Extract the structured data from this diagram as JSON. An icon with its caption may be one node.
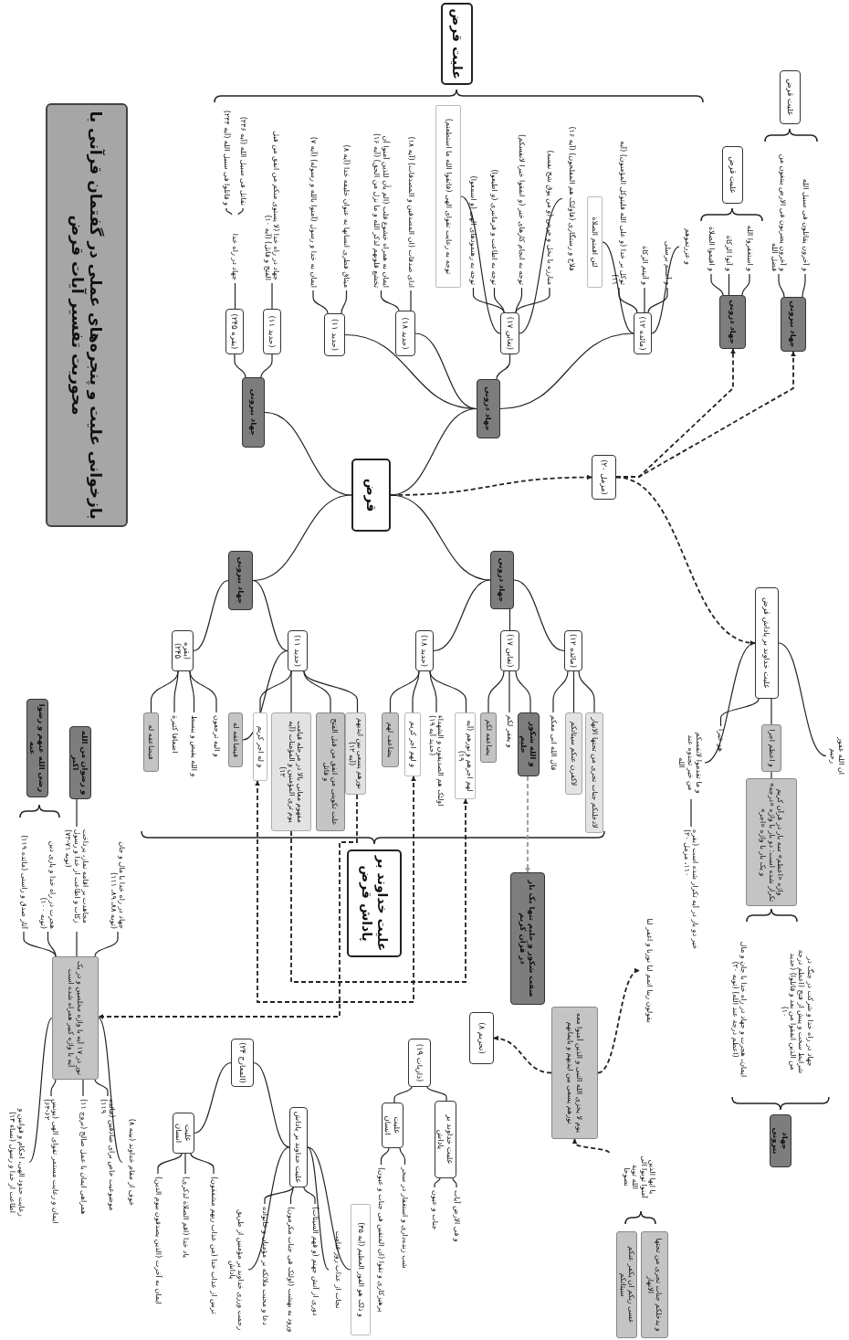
{
  "diagram": {
    "nodes": [
      {
        "text": [
          "بازخوانی علیت و پنجره‌های عملی در گفتمان قرآنی با محوریت تفسیر آیات قرض"
        ]
      },
      {
        "text": [
          "علیت قرض"
        ]
      },
      {
        "text": [
          "قرض"
        ]
      },
      {
        "text": [
          "جهاد بیرونی"
        ]
      },
      {
        "text": [
          "جهاد درونی"
        ]
      },
      {
        "text": [
          "(بقره ۲۴۵)"
        ]
      },
      {
        "text": [
          "(حدید ۱۱)"
        ]
      },
      {
        "text": [
          "جهاد در راه خدا"
        ]
      },
      {
        "text": [
          "و قاتلوا فی سبیل الله (آیه ۲۴۴)"
        ]
      },
      {
        "text": [
          "نقاتل فی سبیل الله (آیه ۲۴۶)"
        ]
      },
      {
        "text": [
          "جهاد در راه خدا (لا یستوی منکم من انفق من قبل الفتح و قاتل) (آیه ۱۰)"
        ]
      },
      {
        "text": [
          "(حدید ۱۱)"
        ]
      },
      {
        "text": [
          "(حدید ۱۸)"
        ]
      },
      {
        "text": [
          "(تغابن ۱۷)"
        ]
      },
      {
        "text": [
          "(مائده ۱۲)"
        ]
      },
      {
        "text": [
          "ایمان به خدا و رسول (آمنوا بالله و رسوله) (آیه ۷)"
        ]
      },
      {
        "text": [
          "میثاق فطری انسانها به عنوان خلیفه خدا (آیه ۸)"
        ]
      },
      {
        "text": [
          "ایمان به همراه خشوع قلب (الم یأن للذین آمنوا أن تخشع قلوبهم لذکر الله و ما نزل من الحق) (آیه ۱۶)"
        ]
      },
      {
        "text": [
          "ادای صدقات (ان المصدقین و المصدقات) (آیه ۱۸)"
        ]
      },
      {
        "text": [
          "توجه به رعایت تقوای الهی (فاتقوا الله ما استطعتم)"
        ]
      },
      {
        "text": [
          "توجه به رهنمودهای الهی (و اسمعوا)"
        ]
      },
      {
        "text": [
          "توجه به اطاعت و فرمانبری (و اطیعوا)"
        ]
      },
      {
        "text": [
          "توجه به انجام کارهای خیر (و انفقوا خیرا لانفسکم)"
        ]
      },
      {
        "text": [
          "مبارزه با بخل و حرص (و من یوق شح نفسه)"
        ]
      },
      {
        "text": [
          "فلاح و رستگاری (فاولئک هم المفلحون) (آیه ۱۶)"
        ]
      },
      {
        "text": [
          "لئن اقمتم الصلاة"
        ]
      },
      {
        "text": [
          "توکل بر خدا (و علی الله فلیتوکل المؤمنون) (آیه ۱۱)"
        ]
      },
      {
        "text": [
          "و آتیتم الزکاة"
        ]
      },
      {
        "text": [
          "و آمنتم برسلی"
        ]
      },
      {
        "text": [
          "و عزرتموهم"
        ]
      },
      {
        "text": [
          "جهاد درونی"
        ]
      },
      {
        "text": [
          "و اقیموا الصلاة"
        ]
      },
      {
        "text": [
          "و آتوا الزکاة"
        ]
      },
      {
        "text": [
          "و استغفروا الله"
        ]
      },
      {
        "text": [
          "علیت قرض"
        ]
      },
      {
        "text": [
          "جهاد بیرونی"
        ]
      },
      {
        "text": [
          "و آخرون یضربون فی الارض یبتغون من فضل الله"
        ]
      },
      {
        "text": [
          "و آخرون یقاتلون فی سبیل الله"
        ]
      },
      {
        "text": [
          "علیت قرض"
        ]
      },
      {
        "text": [
          "(مزمل ۲۰)"
        ]
      },
      {
        "text": [
          "جهاد بیرونی"
        ]
      },
      {
        "text": [
          "جهاد درونی"
        ]
      },
      {
        "text": [
          "(بقره ۲۴۵)"
        ]
      },
      {
        "text": [
          "(حدید ۱۱)"
        ]
      },
      {
        "text": [
          "(حدید ۱۸)"
        ]
      },
      {
        "text": [
          "(تغابن ۱۷)"
        ]
      },
      {
        "text": [
          "(مائده ۱۲)"
        ]
      },
      {
        "text": [
          "فیضاعفه له"
        ]
      },
      {
        "text": [
          "اضعافا کثیرة"
        ]
      },
      {
        "text": [
          "و الله یقبض و یبسط"
        ]
      },
      {
        "text": [
          "و الیه ترجعون"
        ]
      },
      {
        "text": [
          "فیضاعفه له"
        ]
      },
      {
        "text": [
          "و له اجر کریم"
        ]
      },
      {
        "text": [
          "مفهوم معانی بالا در مرحله قیامت یوم تری المؤمنین و المؤمنات (آیه ۱۲)"
        ]
      },
      {
        "text": [
          "علت تکوینی من انفق من قبل الفتح و قاتل"
        ]
      },
      {
        "text": [
          "نورهم یسعی بین ایدیهم (آیه ۱۲)"
        ]
      },
      {
        "text": [
          "یضاعف لهم"
        ]
      },
      {
        "text": [
          "و لهم اجر کریم"
        ]
      },
      {
        "text": [
          "اولئک هم الصدیقون و الشهداء (حدید آیه ۱۹)"
        ]
      },
      {
        "text": [
          "لهم اجرهم و نورهم (آیه ۱۹)"
        ]
      },
      {
        "text": [
          "یضاعفه لکم"
        ]
      },
      {
        "text": [
          "و یغفر لکم"
        ]
      },
      {
        "text": [
          "و الله شکور حلیم"
        ]
      },
      {
        "text": [
          "قال الله انی معکم"
        ]
      },
      {
        "text": [
          "لاکفرن عنکم سیئاتکم"
        ]
      },
      {
        "text": [
          "لادخلنکم جنات تجری من تحتها الانهار"
        ]
      },
      {
        "text": [
          "علیت خداوند بر پاداش قرض"
        ]
      },
      {
        "text": [
          "و ما تقدموا لانفسکم من خیر تجدوه عند الله"
        ]
      },
      {
        "text": [
          "هو خیرا"
        ]
      },
      {
        "text": [
          "و اعظم اجرا"
        ]
      },
      {
        "text": [
          "ان الله غفور رحیم"
        ]
      },
      {
        "text": [
          "واژه «اعظم» سه بار در قرآن کریم تکرار شده است: دو بار با واژه «درجه» و یک بار با واژه «اجر»"
        ]
      },
      {
        "text": [
          "خیر دو بار در آیه تکرار شده است (بقره ۱۱۰، مزمل ۲۰)"
        ]
      },
      {
        "text": [
          "ایمان، هجرت و جهاد در راه خدا با جان و مال (اعظم درجة عند الله) (توبه ۲۰)"
        ]
      },
      {
        "text": [
          "جهاد در راه خدا و شرکت در جنگ در شرایط سخت و پیش از فتح (اعظم درجة من الذین انفقوا من بعد و قاتلوا) (حدید ۱۰)"
        ]
      },
      {
        "text": [
          "جهاد بیرونی"
        ]
      },
      {
        "text": [
          "علیت خداوند بر پاداش قرض"
        ]
      },
      {
        "text": [
          "رضی الله عنهم و رضوا عنه"
        ]
      },
      {
        "text": [
          "و رضوان من الله اکبر"
        ]
      },
      {
        "text": [
          "آثار صدق و راستی (مائده ۱۱۹)"
        ]
      },
      {
        "text": [
          "هجرت در راه خدا و یاری دین (توبه ۱۰۰)"
        ]
      },
      {
        "text": [
          "مجاهدت بر اقامه نماز، پرداخت زکات و اطاعت از خدا و رسول (توبه ۷۱-۷۲)"
        ]
      },
      {
        "text": [
          "جهاد در راه خدا با مال و جان (توبه ۸۸، ۸۹، ۱۱۱)"
        ]
      },
      {
        "text": [
          "نور در ۱۷ آیه با واژه مخلصین و در یک آیه با واژه کبیر همراه شده است"
        ]
      },
      {
        "text": [
          "رعایت حدود الهی، احکام و قوانین و اطاعت از خدا و رسول (نساء ۱۳)"
        ]
      },
      {
        "text": [
          "ایمان و رعایت مستمر تقوای الهی (یونس ۶۲-۶۴)"
        ]
      },
      {
        "text": [
          "همراهی ایمان با عمل صالح (بروج ۱۱)"
        ]
      },
      {
        "text": [
          "موضوعیت خاص برای صادقین (مائده ۱۱۹)"
        ]
      },
      {
        "text": [
          "خوف از مقام خداوند (بینه ۸)"
        ]
      },
      {
        "text": [
          "(المعارج ۲۴)"
        ]
      },
      {
        "text": [
          "علیت انسان"
        ]
      },
      {
        "text": [
          "علیت خداوند بر پاداش"
        ]
      },
      {
        "text": [
          "ایمان به آخرت (الذین یصدقون بیوم الدین)"
        ]
      },
      {
        "text": [
          "یاد خدا (اقم الصلاة لذکری)"
        ]
      },
      {
        "text": [
          "ترس از عذاب خدا (من عذاب ربهم مشفقون)"
        ]
      },
      {
        "text": [
          "رحمت ورزی خداوند بر مؤمنین از طریق پاداش"
        ]
      },
      {
        "text": [
          "دعا و محبت ملائکه بر مؤمنان و خانواده"
        ]
      },
      {
        "text": [
          "ورود به بهشت (اولئک فی جنات مکرمون)"
        ]
      },
      {
        "text": [
          "دوری از آتش جهنم (و قهم السیئات)"
        ]
      },
      {
        "text": [
          "نجات از عذاب روز قیامت"
        ]
      },
      {
        "text": [
          "و ذلک هو الفوز العظیم (آیه ۳۵)"
        ]
      },
      {
        "text": [
          "(ذاریات ۱۹)"
        ]
      },
      {
        "text": [
          "علیت انسان"
        ]
      },
      {
        "text": [
          "علیت خداوند بر پاداش"
        ]
      },
      {
        "text": [
          "پرهیزکاری و تقوا (ان المتقین فی جنات و عیون)"
        ]
      },
      {
        "text": [
          "شب زنده‌داری و استغفار در سحر"
        ]
      },
      {
        "text": [
          "جنات و عیون"
        ]
      },
      {
        "text": [
          "و فی الارض آیات"
        ]
      },
      {
        "text": [
          "صفت شکور و حلیم تنها یک بار در قرآن کریم"
        ]
      },
      {
        "text": [
          "(تحریم ۸)"
        ]
      },
      {
        "text": [
          "یوم لا یخزی الله النبی و الذین آمنوا معه نورهم یسعی بین ایدیهم و بایمانهم"
        ]
      },
      {
        "text": [
          "یقولون ربنا اتمم لنا نورنا و اغفر لنا"
        ]
      },
      {
        "text": [
          "یا ایها الذین آمنوا توبوا الی الله توبة نصوحا"
        ]
      },
      {
        "text": [
          "عسی ربکم ان یکفر عنکم سیئاتکم"
        ]
      },
      {
        "text": [
          "و یدخلکم جنات تجری من تحتها الانهار"
        ]
      }
    ],
    "edges": [
      {
        "from": 2,
        "to": 3,
        "arrow": "none"
      },
      {
        "from": 2,
        "to": 4,
        "arrow": "none"
      },
      {
        "from": 2,
        "to": 40,
        "arrow": "none"
      },
      {
        "from": 2,
        "to": 41,
        "arrow": "none"
      },
      {
        "from": 3,
        "to": 5,
        "arrow": "none"
      },
      {
        "from": 3,
        "to": 6,
        "arrow": "none"
      },
      {
        "from": 5,
        "to": 7,
        "arrow": "none"
      },
      {
        "from": 7,
        "to": 8,
        "arrow": "none"
      },
      {
        "from": 7,
        "to": 9,
        "arrow": "none"
      },
      {
        "from": 6,
        "to": 10,
        "arrow": "none"
      },
      {
        "from": 4,
        "to": 11,
        "arrow": "none"
      },
      {
        "from": 4,
        "to": 12,
        "arrow": "none"
      },
      {
        "from": 4,
        "to": 13,
        "arrow": "none"
      },
      {
        "from": 4,
        "to": 14,
        "arrow": "none"
      },
      {
        "from": 11,
        "to": 15,
        "arrow": "none"
      },
      {
        "from": 11,
        "to": 16,
        "arrow": "none"
      },
      {
        "from": 12,
        "to": 17,
        "arrow": "none"
      },
      {
        "from": 12,
        "to": 18,
        "arrow": "none"
      },
      {
        "from": 13,
        "to": 19,
        "arrow": "none"
      },
      {
        "from": 13,
        "to": 20,
        "arrow": "none"
      },
      {
        "from": 13,
        "to": 21,
        "arrow": "none"
      },
      {
        "from": 13,
        "to": 22,
        "arrow": "none"
      },
      {
        "from": 13,
        "to": 23,
        "arrow": "none"
      },
      {
        "from": 13,
        "to": 24,
        "arrow": "none"
      },
      {
        "from": 14,
        "to": 25,
        "arrow": "none"
      },
      {
        "from": 14,
        "to": 26,
        "arrow": "none"
      },
      {
        "from": 14,
        "to": 27,
        "arrow": "none"
      },
      {
        "from": 14,
        "to": 28,
        "arrow": "none"
      },
      {
        "from": 14,
        "to": 29,
        "arrow": "none"
      },
      {
        "from": 30,
        "to": 31,
        "arrow": "none"
      },
      {
        "from": 30,
        "to": 32,
        "arrow": "none"
      },
      {
        "from": 30,
        "to": 33,
        "arrow": "none"
      },
      {
        "from": 35,
        "to": 36,
        "arrow": "none"
      },
      {
        "from": 35,
        "to": 37,
        "arrow": "none"
      },
      {
        "from": 40,
        "to": 42,
        "arrow": "none"
      },
      {
        "from": 40,
        "to": 43,
        "arrow": "none"
      },
      {
        "from": 41,
        "to": 44,
        "arrow": "none"
      },
      {
        "from": 41,
        "to": 45,
        "arrow": "none"
      },
      {
        "from": 41,
        "to": 46,
        "arrow": "none"
      },
      {
        "from": 42,
        "to": 47,
        "arrow": "none"
      },
      {
        "from": 42,
        "to": 48,
        "arrow": "none"
      },
      {
        "from": 42,
        "to": 49,
        "arrow": "none"
      },
      {
        "from": 42,
        "to": 50,
        "arrow": "none"
      },
      {
        "from": 43,
        "to": 51,
        "arrow": "none"
      },
      {
        "from": 43,
        "to": 52,
        "arrow": "none"
      },
      {
        "from": 43,
        "to": 53,
        "arrow": "none"
      },
      {
        "from": 43,
        "to": 54,
        "arrow": "none"
      },
      {
        "from": 43,
        "to": 55,
        "arrow": "none"
      },
      {
        "from": 44,
        "to": 56,
        "arrow": "none"
      },
      {
        "from": 44,
        "to": 57,
        "arrow": "none"
      },
      {
        "from": 44,
        "to": 58,
        "arrow": "none"
      },
      {
        "from": 44,
        "to": 59,
        "arrow": "none"
      },
      {
        "from": 45,
        "to": 60,
        "arrow": "none"
      },
      {
        "from": 45,
        "to": 61,
        "arrow": "none"
      },
      {
        "from": 45,
        "to": 62,
        "arrow": "none"
      },
      {
        "from": 46,
        "to": 63,
        "arrow": "none"
      },
      {
        "from": 46,
        "to": 64,
        "arrow": "none"
      },
      {
        "from": 46,
        "to": 65,
        "arrow": "none"
      },
      {
        "from": 66,
        "to": 67,
        "arrow": "none"
      },
      {
        "from": 66,
        "to": 68,
        "arrow": "none"
      },
      {
        "from": 66,
        "to": 69,
        "arrow": "none"
      },
      {
        "from": 66,
        "to": 70,
        "arrow": "none"
      },
      {
        "from": 69,
        "to": 71,
        "arrow": "none"
      },
      {
        "from": 67,
        "to": 72,
        "arrow": "none"
      },
      {
        "from": 78,
        "to": 81,
        "arrow": "none"
      },
      {
        "from": 83,
        "to": 79,
        "arrow": "none"
      },
      {
        "from": 83,
        "to": 80,
        "arrow": "none"
      },
      {
        "from": 83,
        "to": 81,
        "arrow": "none"
      },
      {
        "from": 83,
        "to": 82,
        "arrow": "none"
      },
      {
        "from": 83,
        "to": 84,
        "arrow": "none"
      },
      {
        "from": 83,
        "to": 85,
        "arrow": "none"
      },
      {
        "from": 83,
        "to": 86,
        "arrow": "none"
      },
      {
        "from": 83,
        "to": 87,
        "arrow": "none"
      },
      {
        "from": 83,
        "to": 88,
        "arrow": "none"
      },
      {
        "from": 89,
        "to": 90,
        "arrow": "none"
      },
      {
        "from": 89,
        "to": 91,
        "arrow": "none"
      },
      {
        "from": 90,
        "to": 92,
        "arrow": "none"
      },
      {
        "from": 90,
        "to": 93,
        "arrow": "none"
      },
      {
        "from": 90,
        "to": 94,
        "arrow": "none"
      },
      {
        "from": 91,
        "to": 95,
        "arrow": "none"
      },
      {
        "from": 91,
        "to": 96,
        "arrow": "none"
      },
      {
        "from": 91,
        "to": 97,
        "arrow": "none"
      },
      {
        "from": 91,
        "to": 98,
        "arrow": "none"
      },
      {
        "from": 91,
        "to": 99,
        "arrow": "none"
      },
      {
        "from": 91,
        "to": 100,
        "arrow": "none"
      },
      {
        "from": 101,
        "to": 102,
        "arrow": "none"
      },
      {
        "from": 101,
        "to": 103,
        "arrow": "none"
      },
      {
        "from": 102,
        "to": 104,
        "arrow": "none"
      },
      {
        "from": 102,
        "to": 105,
        "arrow": "none"
      },
      {
        "from": 103,
        "to": 106,
        "arrow": "none"
      },
      {
        "from": 103,
        "to": 107,
        "arrow": "none"
      },
      {
        "from": 2,
        "to": 39,
        "arrow": "to",
        "style": "dashed"
      },
      {
        "from": 39,
        "to": 30,
        "arrow": "to",
        "style": "dashed"
      },
      {
        "from": 39,
        "to": 35,
        "arrow": "to",
        "style": "dashed"
      },
      {
        "from": 39,
        "to": 66,
        "arrow": "to",
        "style": "dashed"
      },
      {
        "from": 52,
        "to": 57,
        "arrow": "both",
        "style": "dashed"
      },
      {
        "from": 53,
        "to": 59,
        "arrow": "to",
        "style": "dashed"
      },
      {
        "from": 55,
        "to": 83,
        "arrow": "to",
        "style": "dashed"
      },
      {
        "from": 62,
        "to": 108,
        "arrow": "to",
        "style": "dashed",
        "color": "#999999"
      },
      {
        "from": 110,
        "to": 109,
        "arrow": "to",
        "style": "dashed"
      },
      {
        "from": 110,
        "to": 111,
        "arrow": "to",
        "style": "dashed"
      },
      {
        "from": 112,
        "to": 110,
        "arrow": "to",
        "style": "dashed"
      }
    ]
  }
}
